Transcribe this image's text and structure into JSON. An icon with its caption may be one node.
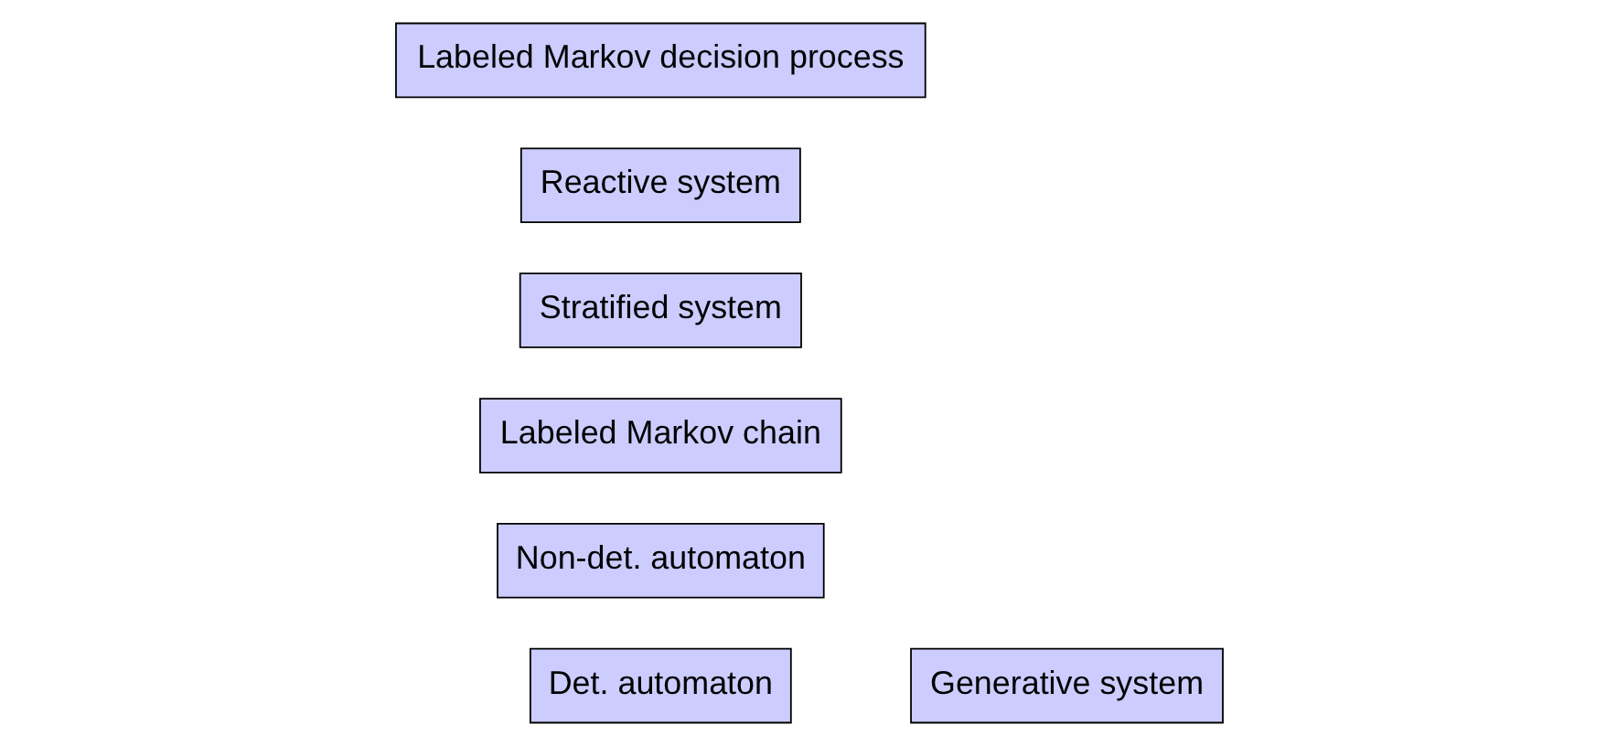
{
  "diagram": {
    "nodes": [
      {
        "text": [
          "Labeled Markov decision process"
        ]
      },
      {
        "text": [
          "Reactive system"
        ]
      },
      {
        "text": [
          "Stratified system"
        ]
      },
      {
        "text": [
          "Labeled Markov chain"
        ]
      },
      {
        "text": [
          "Non-det. automaton"
        ]
      },
      {
        "text": [
          "Det. automaton"
        ]
      },
      {
        "text": [
          "Generative system"
        ]
      }
    ],
    "edges": []
  }
}
